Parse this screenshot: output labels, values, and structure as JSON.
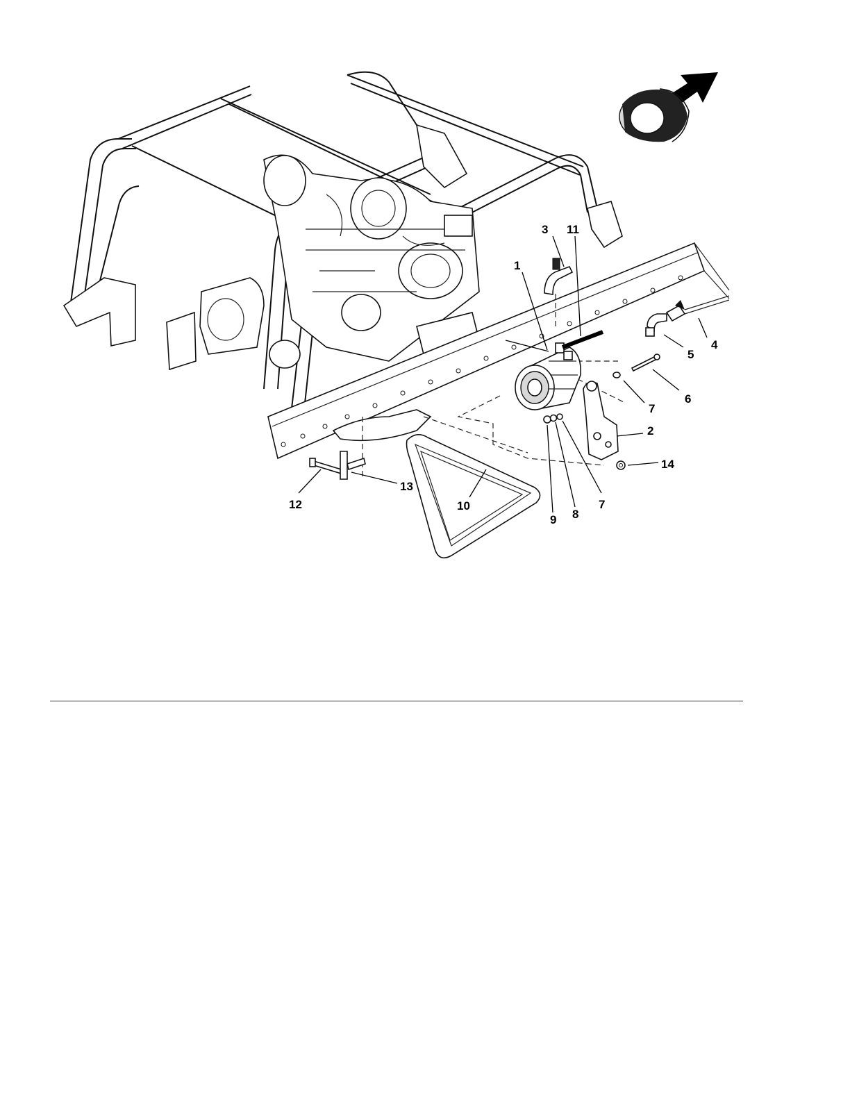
{
  "diagram": {
    "callouts": [
      {
        "id": "c1",
        "label": "1"
      },
      {
        "id": "c2",
        "label": "2"
      },
      {
        "id": "c3",
        "label": "3"
      },
      {
        "id": "c4",
        "label": "4"
      },
      {
        "id": "c5",
        "label": "5"
      },
      {
        "id": "c6",
        "label": "6"
      },
      {
        "id": "c7a",
        "label": "7"
      },
      {
        "id": "c7b",
        "label": "7"
      },
      {
        "id": "c8",
        "label": "8"
      },
      {
        "id": "c9",
        "label": "9"
      },
      {
        "id": "c10",
        "label": "10"
      },
      {
        "id": "c11",
        "label": "11"
      },
      {
        "id": "c12",
        "label": "12"
      },
      {
        "id": "c13",
        "label": "13"
      },
      {
        "id": "c14",
        "label": "14"
      }
    ]
  },
  "colors": {
    "line": "#111111",
    "background": "#ffffff",
    "hatch": "#d8d8d8"
  }
}
